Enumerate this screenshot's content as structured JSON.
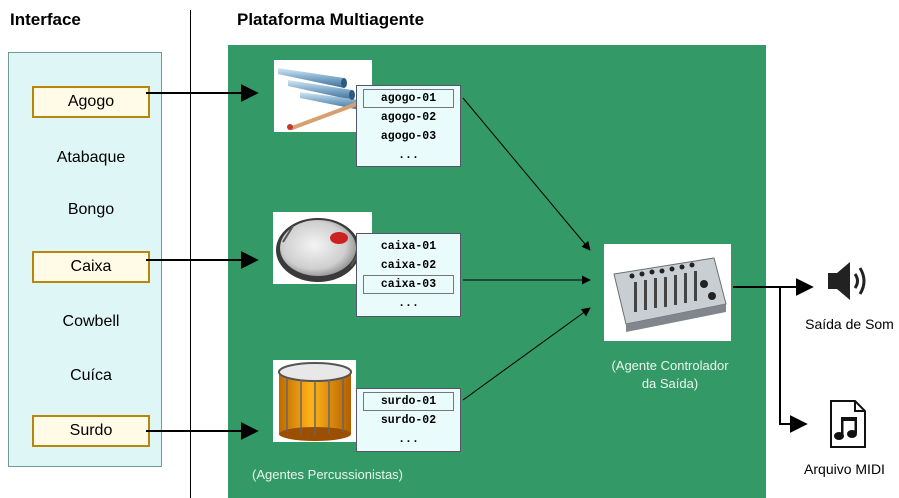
{
  "headings": {
    "interface": "Interface",
    "platform": "Plataforma Multiagente"
  },
  "interface_items": [
    {
      "label": "Agogo",
      "selected": true
    },
    {
      "label": "Atabaque",
      "selected": false
    },
    {
      "label": "Bongo",
      "selected": false
    },
    {
      "label": "Caixa",
      "selected": true
    },
    {
      "label": "Cowbell",
      "selected": false
    },
    {
      "label": "Cuíca",
      "selected": false
    },
    {
      "label": "Surdo",
      "selected": true
    }
  ],
  "agent_groups": [
    {
      "instrument": "agogo",
      "agents": [
        "agogo-01",
        "agogo-02",
        "agogo-03",
        "..."
      ],
      "selected_index": 0
    },
    {
      "instrument": "caixa",
      "agents": [
        "caixa-01",
        "caixa-02",
        "caixa-03",
        "..."
      ],
      "selected_index": 2
    },
    {
      "instrument": "surdo",
      "agents": [
        "surdo-01",
        "surdo-02",
        "..."
      ],
      "selected_index": 0
    }
  ],
  "captions": {
    "percussionists": "(Agentes Percussionistas)",
    "controller_line1": "(Agente Controlador",
    "controller_line2": "da Saída)"
  },
  "outputs": {
    "sound": "Saída de Som",
    "midi": "Arquivo MIDI"
  },
  "icons": [
    "speaker-icon",
    "music-file-icon",
    "mixer-image",
    "agogo-image",
    "caixa-image",
    "surdo-image"
  ],
  "colors": {
    "platform_bg": "#339966",
    "panel_bg": "#dff6f6",
    "selection_border": "#b8860b",
    "agent_box_bg": "#e9fbfb"
  }
}
